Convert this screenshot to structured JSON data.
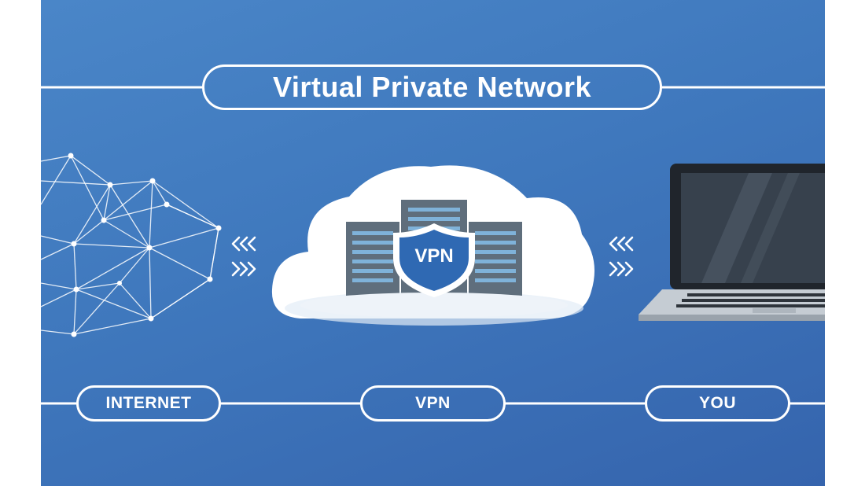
{
  "title": "Virtual Private Network",
  "shield_label": "VPN",
  "labels": {
    "internet": "INTERNET",
    "vpn": "VPN",
    "you": "YOU"
  },
  "icons": [
    "network-mesh-icon",
    "cloud-icon",
    "server-rack-icon",
    "shield-icon",
    "laptop-icon",
    "chevrons-left-icon",
    "chevrons-right-icon"
  ],
  "colors": {
    "background": "#3f78bd",
    "line": "#ffffff",
    "shield": "#2f69b3",
    "server": "#5f6e7c",
    "laptop_screen": "#2e3440"
  }
}
